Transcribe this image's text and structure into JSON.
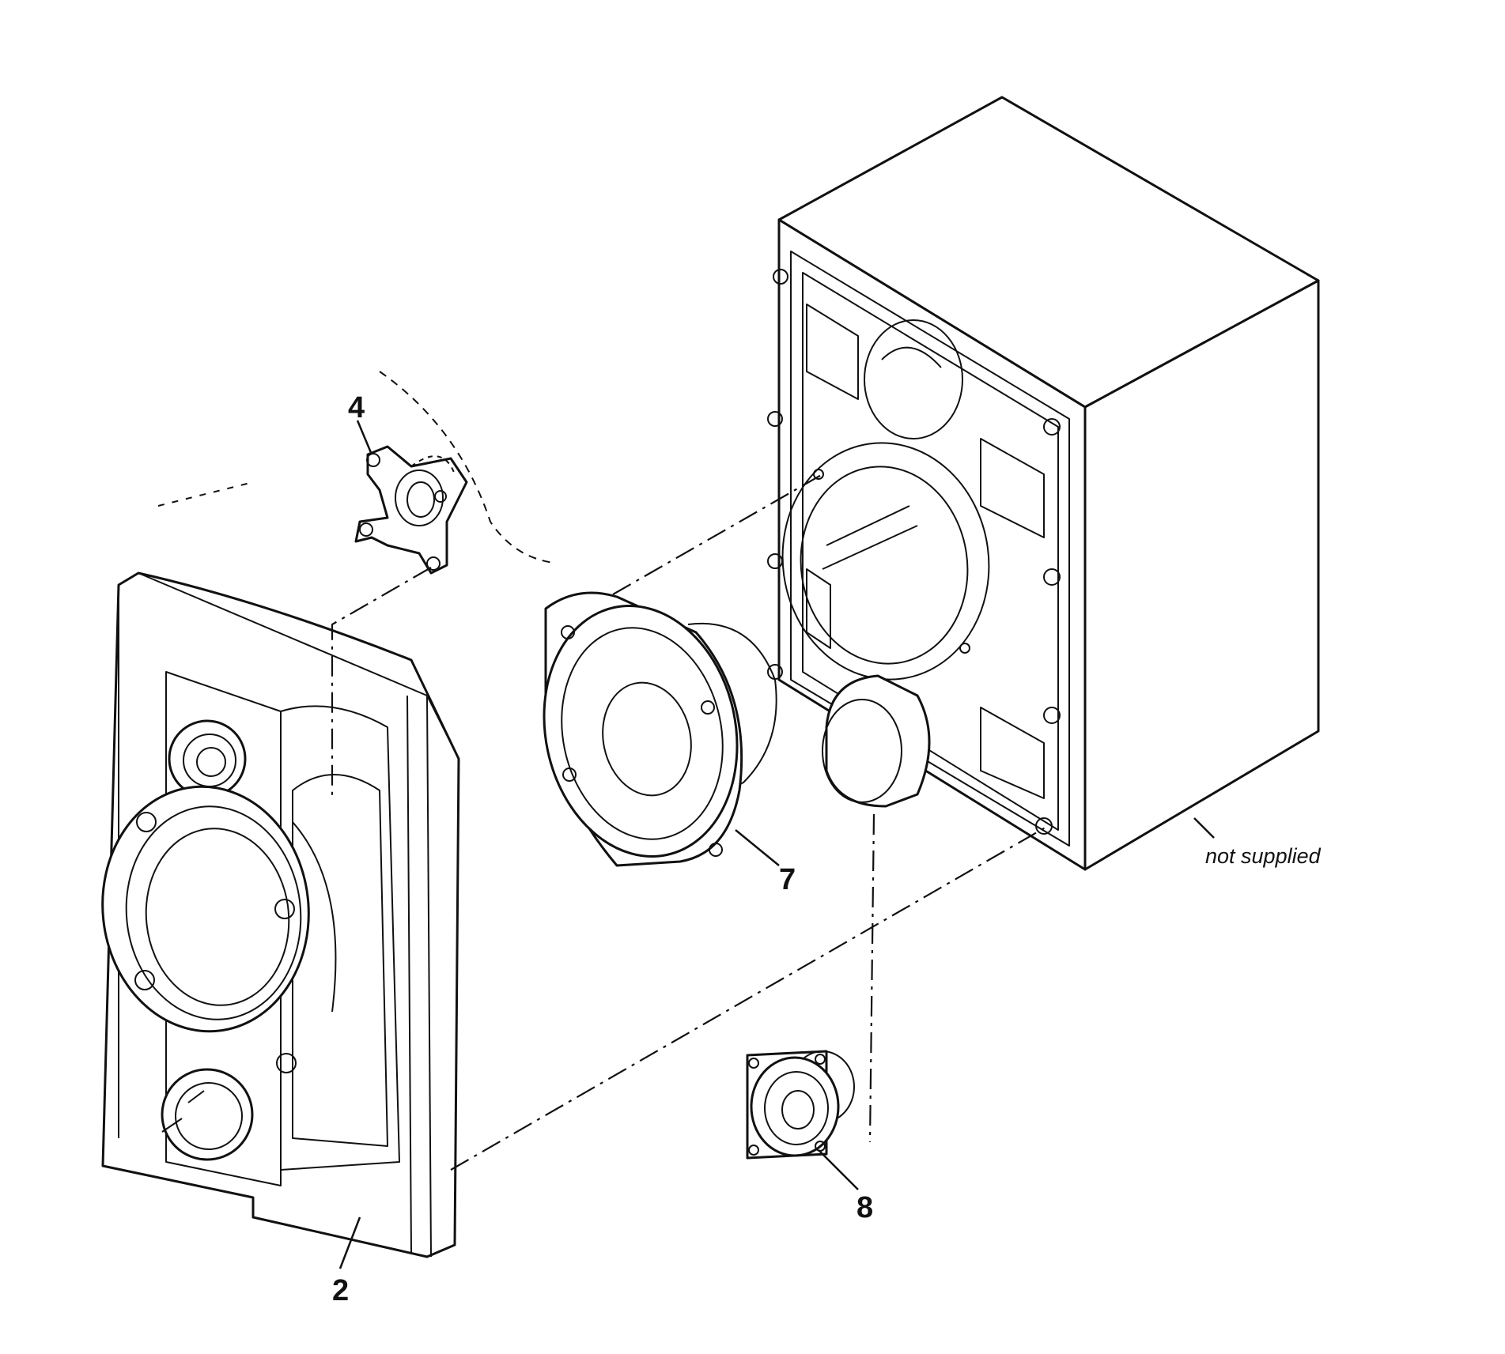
{
  "diagram": {
    "callouts": [
      {
        "id": "front-panel",
        "label": "2"
      },
      {
        "id": "tweeter-bracket",
        "label": "4"
      },
      {
        "id": "woofer",
        "label": "7"
      },
      {
        "id": "small-speaker",
        "label": "8"
      }
    ],
    "note": "not supplied"
  }
}
